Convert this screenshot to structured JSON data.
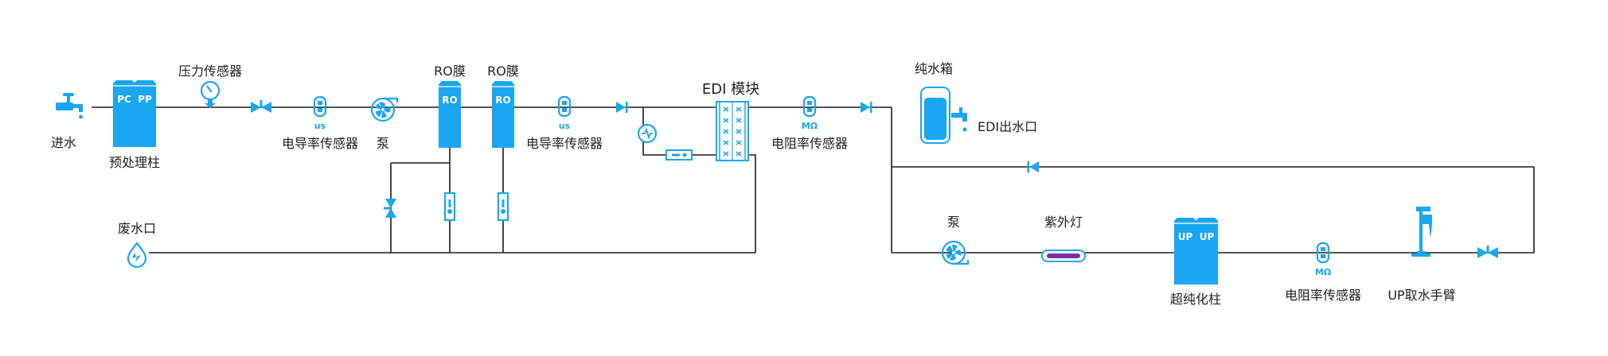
{
  "labels": {
    "inlet": "进水",
    "pretreatment": "预处理柱",
    "pressure_sensor": "压力传感器",
    "conductivity_sensor_1": "电导率传感器",
    "pump_1": "泵",
    "ro_membrane_1": "RO膜",
    "ro_membrane_2": "RO膜",
    "conductivity_sensor_2": "电导率传感器",
    "edi_module": "EDI 模块",
    "resistivity_sensor_1": "电阻率传感器",
    "pure_water_tank": "纯水箱",
    "edi_outlet": "EDI出水口",
    "waste_outlet": "废水口",
    "pump_2": "泵",
    "uv_lamp": "紫外灯",
    "ultrapure_column": "超纯化柱",
    "resistivity_sensor_2": "电阻率传感器",
    "up_dispenser": "UP取水手臂"
  },
  "tags": {
    "pc": "PC",
    "pp": "PP",
    "ro": "RO",
    "up": "UP",
    "us": "us",
    "mohm": "MΩ"
  },
  "colors": {
    "accent": "#1aa6f0",
    "pipe": "#1a1a1a",
    "uv": "#7b2fa6"
  },
  "icons": [
    "faucet-icon",
    "pressure-gauge-icon",
    "valve-icon",
    "check-valve-icon",
    "pump-icon",
    "sensor-icon",
    "flowmeter-icon",
    "water-drop-icon",
    "tank-icon",
    "uv-lamp-icon",
    "dispenser-icon"
  ]
}
